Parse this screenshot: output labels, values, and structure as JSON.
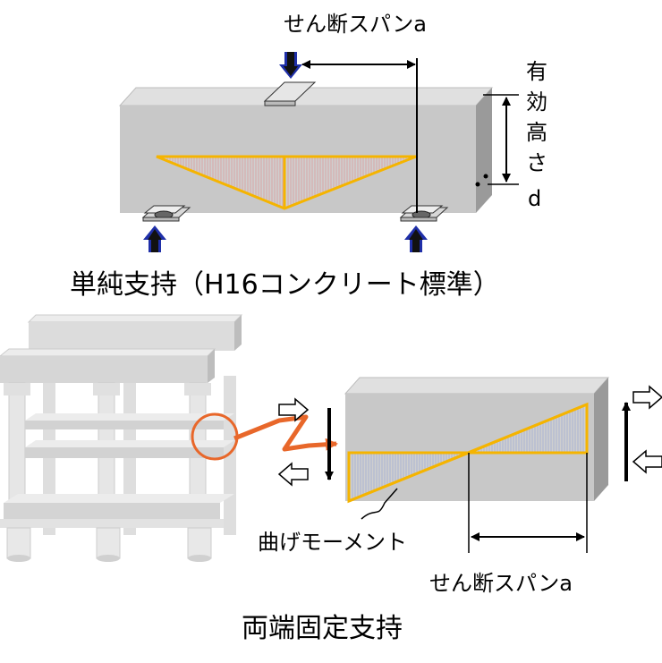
{
  "top": {
    "shear_span_label": "せん断スパンa",
    "effective_depth_label": [
      "有",
      "効",
      "高",
      "さ",
      "d"
    ],
    "caption": "単純支持（H16コンクリート標準）"
  },
  "bottom": {
    "moment_label": "曲げモーメント",
    "shear_span_label": "せん断スパンa",
    "caption": "両端固定支持"
  },
  "colors": {
    "beam_face": "#c8c8c8",
    "beam_top": "#e0e0e0",
    "beam_side": "#9a9a9a",
    "moment_outline": "#f5b400",
    "moment_fill_top": "#d9a6a6",
    "moment_fill_bottom": "#a9b3d3",
    "load_arrow": "#1f2fa8",
    "highlight": "#e8672a"
  }
}
